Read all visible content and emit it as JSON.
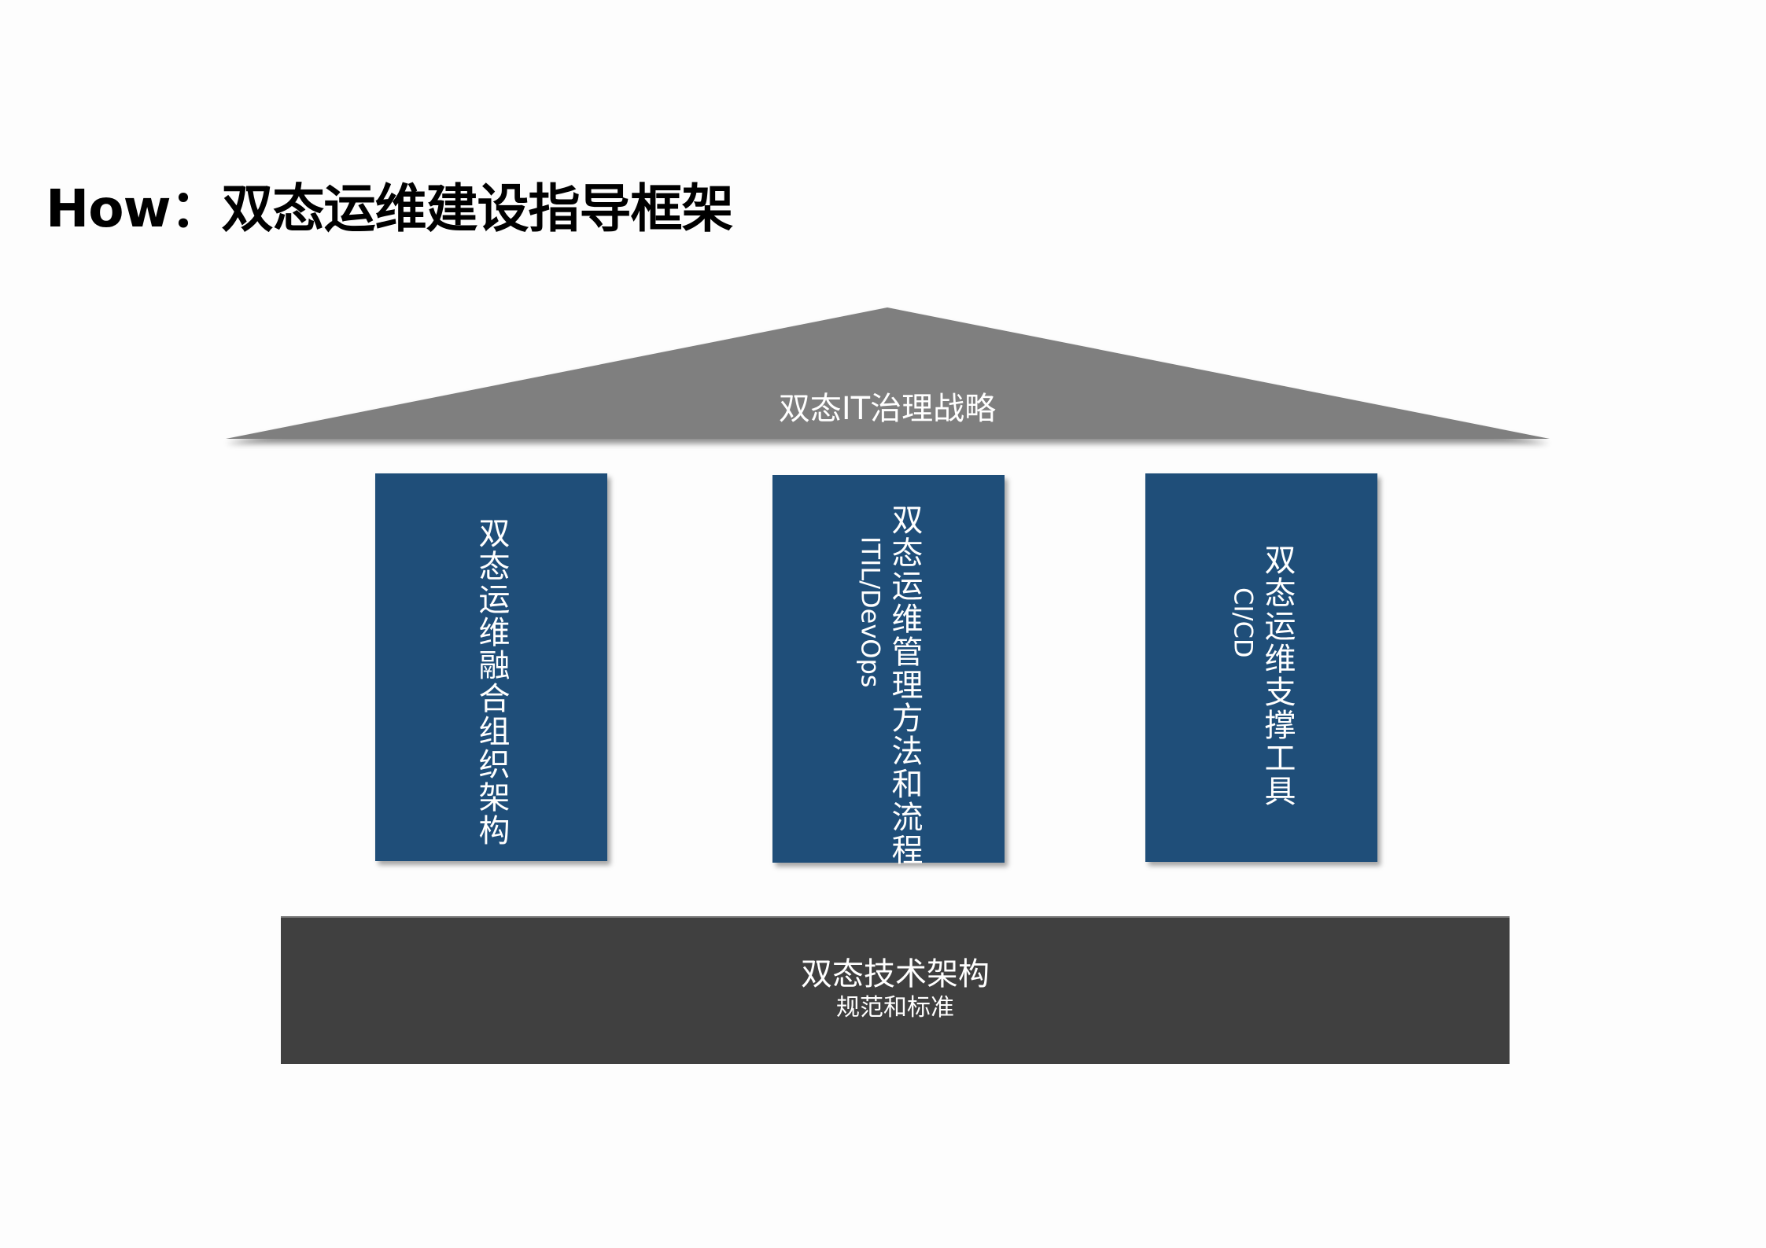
{
  "title": "How：双态运维建设指导框架",
  "colors": {
    "roof": "#7f7f7f",
    "pillar": "#1f4e79",
    "base": "#404040",
    "text_light": "#ffffff",
    "title": "#000000"
  },
  "roof": {
    "label": "双态IT治理战略"
  },
  "pillars": [
    {
      "label": "双态运维融合组织架构",
      "sub": ""
    },
    {
      "label": "双态运维管理方法和流程",
      "sub": "ITIL/DevOps"
    },
    {
      "label": "双态运维支撑工具",
      "sub": "CI/CD"
    }
  ],
  "base": {
    "label": "双态技术架构",
    "sub": "规范和标准"
  }
}
